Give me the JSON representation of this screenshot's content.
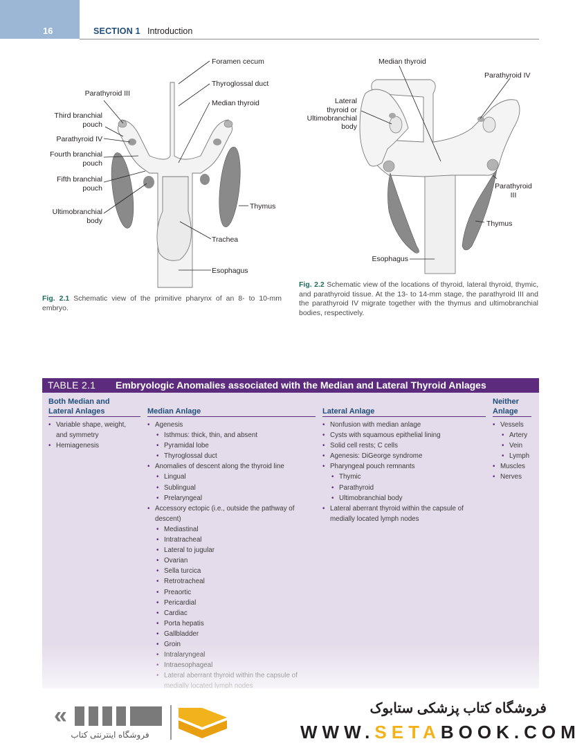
{
  "header": {
    "page_number": "16",
    "section": "SECTION 1",
    "section_title": "Introduction"
  },
  "figure1": {
    "labels": {
      "foramen_cecum": "Foramen cecum",
      "thyroglossal_duct": "Thyroglossal duct",
      "median_thyroid": "Median thyroid",
      "parathyroid_iii": "Parathyroid III",
      "third_pouch_1": "Third branchial",
      "third_pouch_2": "pouch",
      "parathyroid_iv": "Parathyroid IV",
      "fourth_pouch_1": "Fourth branchial",
      "fourth_pouch_2": "pouch",
      "fifth_pouch_1": "Fifth branchial",
      "fifth_pouch_2": "pouch",
      "ultimo_1": "Ultimobranchial",
      "ultimo_2": "body",
      "thymus": "Thymus",
      "trachea": "Trachea",
      "esophagus": "Esophagus"
    },
    "caption_label": "Fig. 2.1",
    "caption_text": "Schematic view of the primitive pharynx of an 8- to 10-mm embryo."
  },
  "figure2": {
    "labels": {
      "median_thyroid": "Median thyroid",
      "parathyroid_iv": "Parathyroid IV",
      "lateral_1": "Lateral",
      "lateral_2": "thyroid or",
      "lateral_3": "Ultimobranchial",
      "lateral_4": "body",
      "parathyroid_iii_1": "Parathyroid",
      "parathyroid_iii_2": "III",
      "thymus": "Thymus",
      "esophagus": "Esophagus"
    },
    "caption_label": "Fig. 2.2",
    "caption_text": "Schematic view of the locations of thyroid, lateral thyroid, thymic, and parathyroid tissue. At the 13- to 14-mm stage, the parathyroid III and the parathyroid IV migrate together with the thymus and ultimobranchial bodies, respectively."
  },
  "table": {
    "number": "TABLE 2.1",
    "title": "Embryologic Anomalies associated with the Median and Lateral Thyroid Anlages",
    "columns": [
      {
        "header": [
          "Both Median and",
          "Lateral Anlages"
        ],
        "items": [
          {
            "text": "Variable shape, weight, and symmetry",
            "level": 0
          },
          {
            "text": "Hemiagenesis",
            "level": 0
          }
        ]
      },
      {
        "header": [
          "Median Anlage"
        ],
        "items": [
          {
            "text": "Agenesis",
            "level": 0
          },
          {
            "text": "Isthmus: thick, thin, and absent",
            "level": 1
          },
          {
            "text": "Pyramidal lobe",
            "level": 1
          },
          {
            "text": "Thyroglossal duct",
            "level": 1
          },
          {
            "text": "Anomalies of descent along the thyroid line",
            "level": 0
          },
          {
            "text": "Lingual",
            "level": 1
          },
          {
            "text": "Sublingual",
            "level": 1
          },
          {
            "text": "Prelaryngeal",
            "level": 1
          },
          {
            "text": "Accessory ectopic (i.e., outside the pathway of descent)",
            "level": 0
          },
          {
            "text": "Mediastinal",
            "level": 1
          },
          {
            "text": "Intratracheal",
            "level": 1
          },
          {
            "text": "Lateral to jugular",
            "level": 1
          },
          {
            "text": "Ovarian",
            "level": 1
          },
          {
            "text": "Sella turcica",
            "level": 1
          },
          {
            "text": "Retrotracheal",
            "level": 1
          },
          {
            "text": "Preaortic",
            "level": 1
          },
          {
            "text": "Pericardial",
            "level": 1
          },
          {
            "text": "Cardiac",
            "level": 1
          },
          {
            "text": "Porta hepatis",
            "level": 1
          },
          {
            "text": "Gallbladder",
            "level": 1
          },
          {
            "text": "Groin",
            "level": 1
          },
          {
            "text": "Intralaryngeal",
            "level": 1
          },
          {
            "text": "Intraesophageal",
            "level": 1
          },
          {
            "text": "Lateral aberrant thyroid within the capsule of medially located lymph nodes",
            "level": 1
          }
        ]
      },
      {
        "header": [
          "Lateral Anlage"
        ],
        "items": [
          {
            "text": "Nonfusion with median anlage",
            "level": 0
          },
          {
            "text": "Cysts with squamous epithelial lining",
            "level": 0
          },
          {
            "text": "Solid cell rests; C cells",
            "level": 0
          },
          {
            "text": "Agenesis: DiGeorge syndrome",
            "level": 0
          },
          {
            "text": "Pharyngeal pouch remnants",
            "level": 0
          },
          {
            "text": "Thymic",
            "level": 1
          },
          {
            "text": "Parathyroid",
            "level": 1
          },
          {
            "text": "Ultimobranchial body",
            "level": 1
          },
          {
            "text": "Lateral aberrant thyroid within the capsule of medially located lymph nodes",
            "level": 0
          }
        ]
      },
      {
        "header": [
          "Neither",
          "Anlage"
        ],
        "items": [
          {
            "text": "Vessels",
            "level": 0
          },
          {
            "text": "Artery",
            "level": 1
          },
          {
            "text": "Vein",
            "level": 1
          },
          {
            "text": "Lymph",
            "level": 1
          },
          {
            "text": "Muscles",
            "level": 0
          },
          {
            "text": "Nerves",
            "level": 0
          }
        ]
      }
    ]
  },
  "footer": {
    "logo_text": "فروشگاه اینترنتی کتاب",
    "shop_name": "فروشگاه کتاب پزشکی ستابوک",
    "url_pre": "WWW.",
    "url_accent": "SETA",
    "url_post": "BOOK.COM"
  }
}
